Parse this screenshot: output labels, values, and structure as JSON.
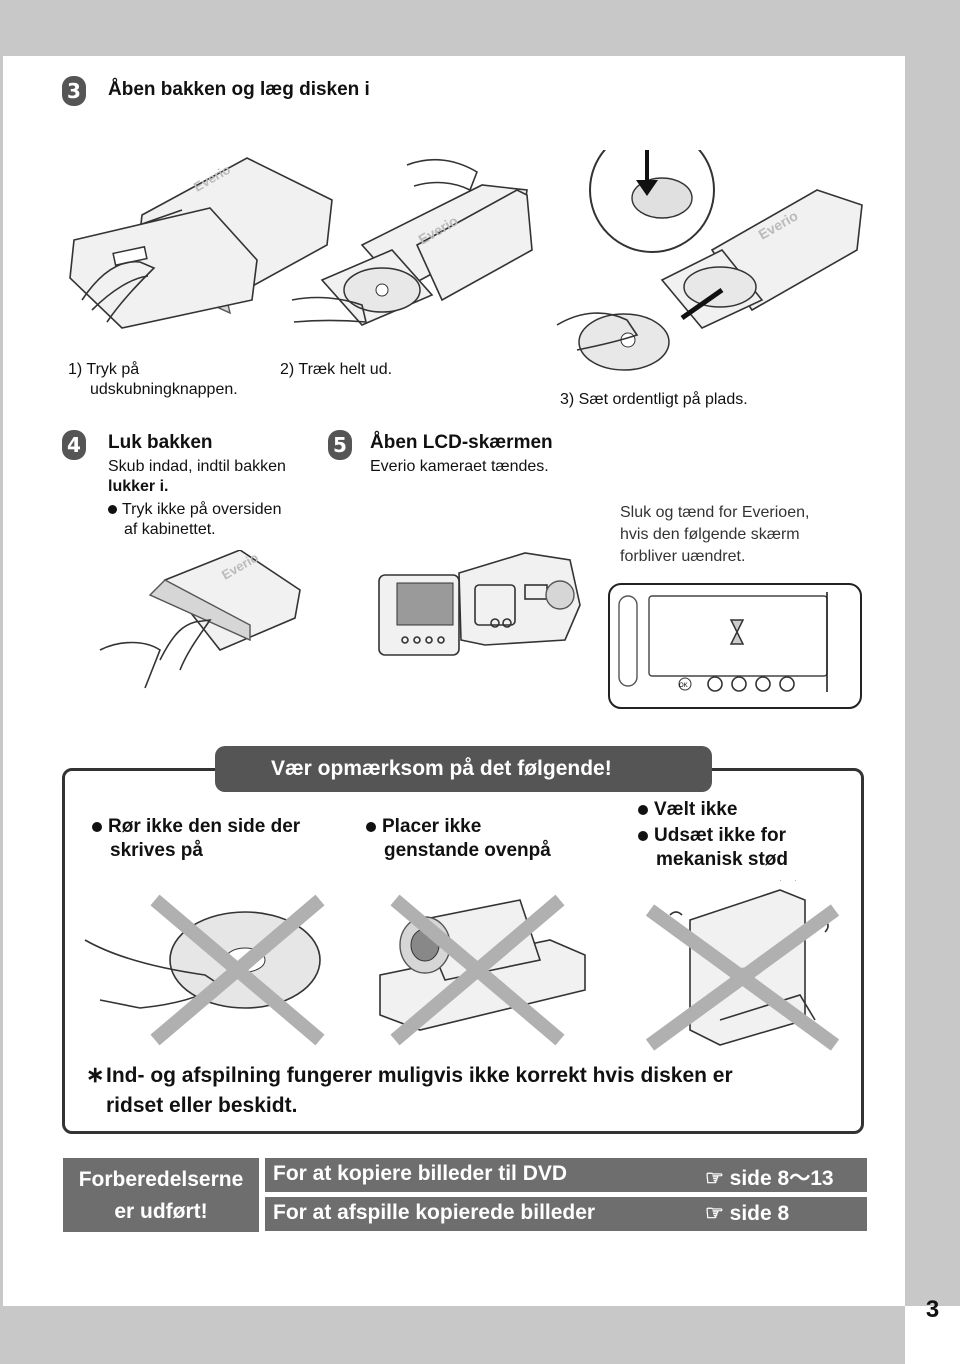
{
  "page": {
    "number": "3"
  },
  "step3": {
    "num": "3",
    "title": "Åben bakken og læg disken i",
    "sub1_line1": "1) Tryk på",
    "sub1_line2": "udskubningknappen.",
    "sub2": "2) Træk helt ud.",
    "sub3": "3) Sæt ordentligt på plads.",
    "device_brand": "Everio"
  },
  "step4": {
    "num": "4",
    "title": "Luk bakken",
    "line1": "Skub indad, indtil bakken",
    "line2": "lukker i.",
    "bullet_line1": "Tryk ikke på oversiden",
    "bullet_line2": "af kabinettet."
  },
  "step5": {
    "num": "5",
    "title": "Åben LCD-skærmen",
    "line1": "Everio kameraet tændes.",
    "note1": "Sluk og tænd for Everioen,",
    "note2": "hvis den følgende skærm",
    "note3": "forbliver uændret.",
    "screen_button": "OK"
  },
  "warning": {
    "title": "Vær opmærksom på det følgende!",
    "col1_line1": "Rør ikke den side der",
    "col1_line2": "skrives på",
    "col2_line1": "Placer ikke",
    "col2_line2": "genstande ovenpå",
    "col3_bullet1": "Vælt ikke",
    "col3_bullet2_line1": "Udsæt ikke for",
    "col3_bullet2_line2": "mekanisk stød",
    "note_star": "∗",
    "note_line1": "Ind- og afspilning fungerer muligvis ikke korrekt hvis disken er",
    "note_line2": "ridset eller beskidt."
  },
  "navigation": {
    "done_line1": "Forberedelserne",
    "done_line2": "er udført!",
    "links": [
      {
        "label": "For at kopiere billeder til DVD",
        "ref": "☞ side 8～13"
      },
      {
        "label": "For at afspille kopierede billeder",
        "ref": "☞ side 8"
      }
    ]
  }
}
